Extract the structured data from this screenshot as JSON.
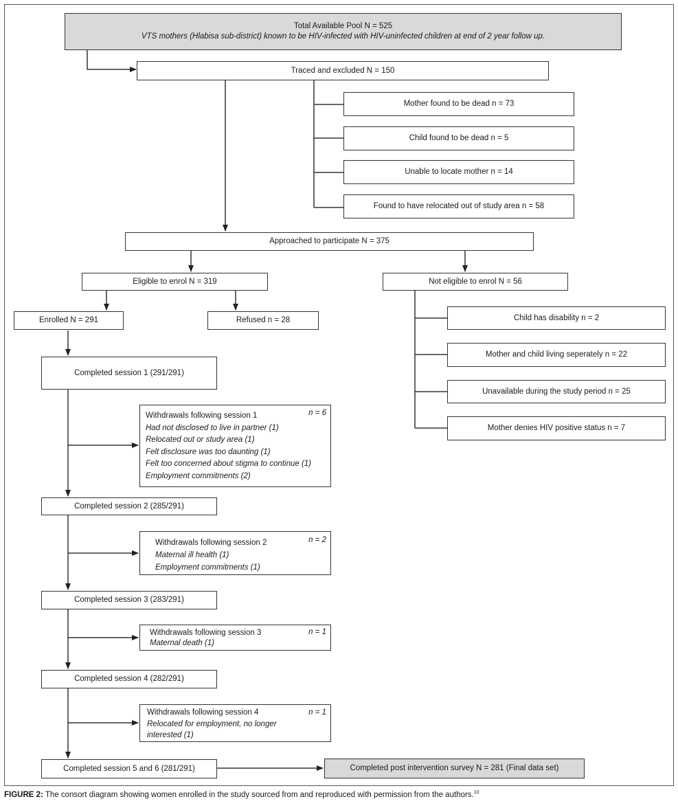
{
  "pool": {
    "title": "Total Available Pool N = 525",
    "subtitle": "VTS mothers (Hlabisa sub-district) known to be HIV-infected with HIV-uninfected children at end of 2 year follow up."
  },
  "traced": "Traced and excluded N = 150",
  "excluded": [
    "Mother found to be dead n = 73",
    "Child found to be dead n = 5",
    "Unable to locate mother n = 14",
    "Found to have relocated out of study area n = 58"
  ],
  "approached": "Approached to participate N = 375",
  "eligible": "Eligible to enrol N = 319",
  "not_eligible": "Not eligible to enrol N = 56",
  "not_eligible_reasons": [
    "Child has disability n = 2",
    "Mother and child living seperately n = 22",
    "Unavailable during the study period n = 25",
    "Mother denies HIV positive status n = 7"
  ],
  "enrolled": "Enrolled N = 291",
  "refused": "Refused n = 28",
  "sessions": [
    "Completed session 1 (291/291)",
    "Completed session 2 (285/291)",
    "Completed session 3 (283/291)",
    "Completed session 4 (282/291)",
    "Completed session 5 and 6 (281/291)"
  ],
  "withdrawals": [
    {
      "title": "Withdrawals following session 1",
      "n": "n = 6",
      "reasons": [
        "Had not disclosed to live in partner (1)",
        "Relocated out or study area (1)",
        "Felt disclosure was too daunting (1)",
        "Felt too concerned about stigma to continue (1)",
        "Employment commitments (2)"
      ]
    },
    {
      "title": "Withdrawals following session 2",
      "n": "n = 2",
      "reasons": [
        "Maternal ill health (1)",
        "Employment commitments (1)"
      ]
    },
    {
      "title": "Withdrawals following session 3",
      "n": "n = 1",
      "reasons": [
        "Maternal death (1)"
      ]
    },
    {
      "title": "Withdrawals following session 4",
      "n": "n = 1",
      "reasons": [
        "Relocated for employment, no longer",
        "interested (1)"
      ]
    }
  ],
  "final": "Completed post intervention survey N = 281 (Final data set)",
  "caption": {
    "label": "FIGURE 2:",
    "text": " The consort diagram showing women enrolled in the study sourced from and reproduced with permission from the authors.",
    "ref": "10"
  },
  "colors": {
    "shaded_box": "#d9d9d9",
    "line": "#333333"
  }
}
